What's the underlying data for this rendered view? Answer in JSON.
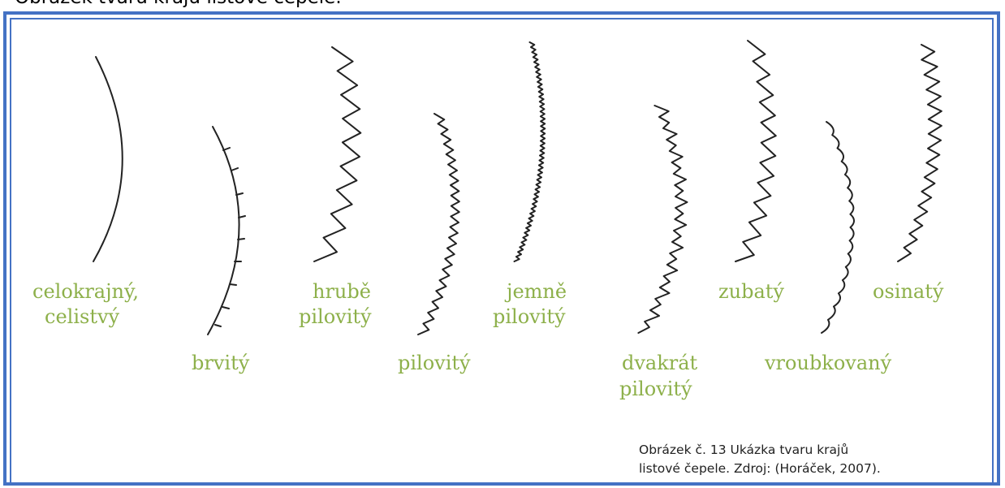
{
  "heading": "Obrázek tvaru kraju listové čepele.",
  "labels": {
    "celokrajny_1": "celokrajný,",
    "celokrajny_2": "celistvý",
    "brvity": "brvitý",
    "hrube_1": "hrubě",
    "hrube_2": "pilovitý",
    "pilovity": "pilovitý",
    "jemne_1": "jemně",
    "jemne_2": "pilovitý",
    "dvakrat_1": "dvakrát",
    "dvakrat_2": "pilovitý",
    "zubaty": "zubatý",
    "vroubkovany": "vroubkovaný",
    "osinaty": "osinatý"
  },
  "caption": {
    "line1": "Obrázek č. 13 Ukázka tvaru krajů",
    "line2": "listové čepele. Zdroj: (Horáček, 2007)."
  },
  "colors": {
    "frame": "#4472C4",
    "label": "#8DB04A",
    "stroke": "#222222"
  }
}
